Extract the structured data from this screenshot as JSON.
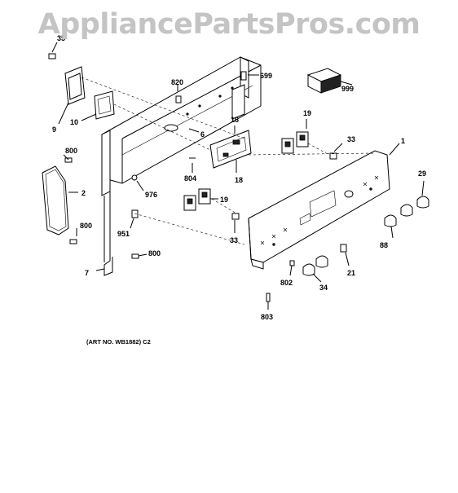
{
  "watermark": "AppliancePartsPros.com",
  "art_note": "(ART NO. WB1882) C2",
  "callouts": {
    "c35": "35",
    "c9": "9",
    "c10": "10",
    "c820": "820",
    "c699": "699",
    "c999": "999",
    "c19a": "19",
    "c16": "16",
    "c6": "6",
    "c800a": "800",
    "c2": "2",
    "c804": "804",
    "c18": "18",
    "c33a": "33",
    "c1": "1",
    "c976": "976",
    "c19b": "19",
    "c29": "29",
    "c800b": "800",
    "c951": "951",
    "c33b": "33",
    "c88": "88",
    "c800c": "800",
    "c7": "7",
    "c21": "21",
    "c802": "802",
    "c34": "34",
    "c803": "803"
  }
}
